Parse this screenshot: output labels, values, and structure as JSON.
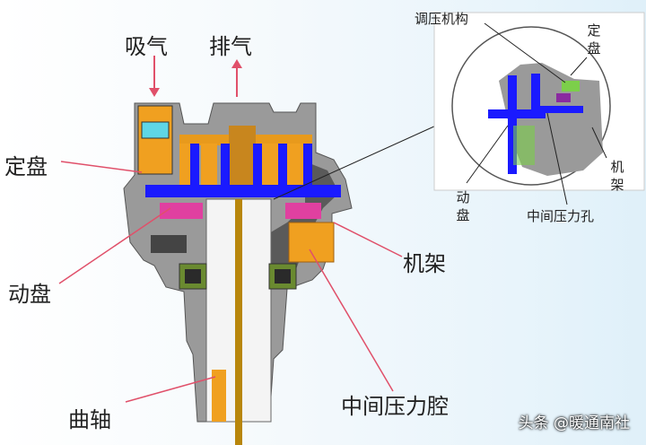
{
  "labels": {
    "suction": "吸气",
    "discharge": "排气",
    "fixed_scroll": "定盘",
    "orbiting_scroll": "动盘",
    "frame": "机架",
    "crankshaft": "曲轴",
    "intermediate_chamber": "中间压力腔"
  },
  "inset": {
    "pressure_regulator": "调压机构",
    "fixed_scroll": "定盘",
    "frame": "机架",
    "orbiting_scroll": "动盘",
    "intermediate_hole": "中间压力孔"
  },
  "watermark": "头条 @暖通南社",
  "colors": {
    "body_gray": "#9a9a9a",
    "scroll_blue": "#1a1aff",
    "orange": "#f0a020",
    "magenta": "#e040a0",
    "arrow_red": "#e0506a"
  }
}
